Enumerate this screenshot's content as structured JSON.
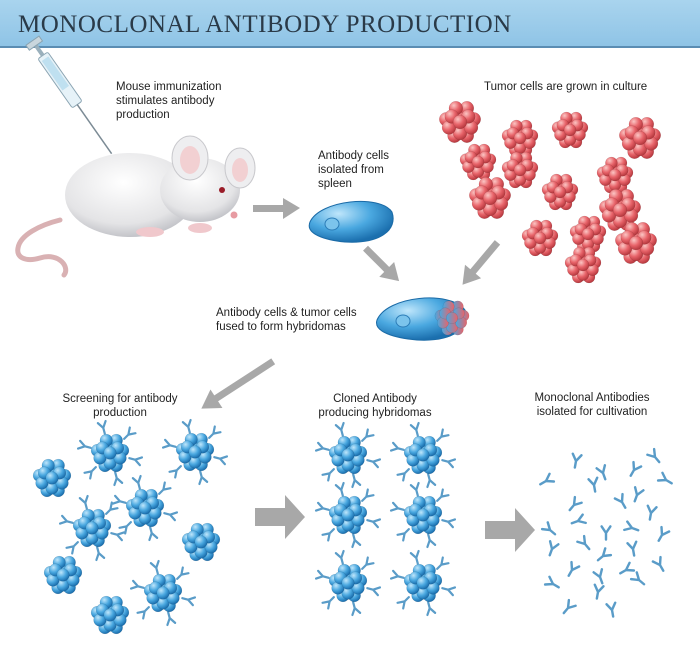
{
  "title": "MONOCLONAL ANTIBODY PRODUCTION",
  "labels": {
    "mouse": [
      "Mouse immunization",
      "stimulates antibody",
      "production"
    ],
    "tumor": [
      "Tumor cells are grown in culture"
    ],
    "spleen": [
      "Antibody cells",
      "isolated from",
      "spleen"
    ],
    "fusion": [
      "Antibody cells & tumor cells",
      "fused to form hybridomas"
    ],
    "screening": [
      "Screening for antibody",
      "production"
    ],
    "cloned": [
      "Cloned Antibody",
      "producing hybridomas"
    ],
    "monoclonal": [
      "Monoclonal Antibodies",
      "isolated for cultivation"
    ]
  },
  "colors": {
    "header": "#9ccbea",
    "blue_cell": "#4aa8e0",
    "red_cell": "#e8646a",
    "arrow": "#a8a8a8",
    "antibody": "#5a9cc8"
  }
}
